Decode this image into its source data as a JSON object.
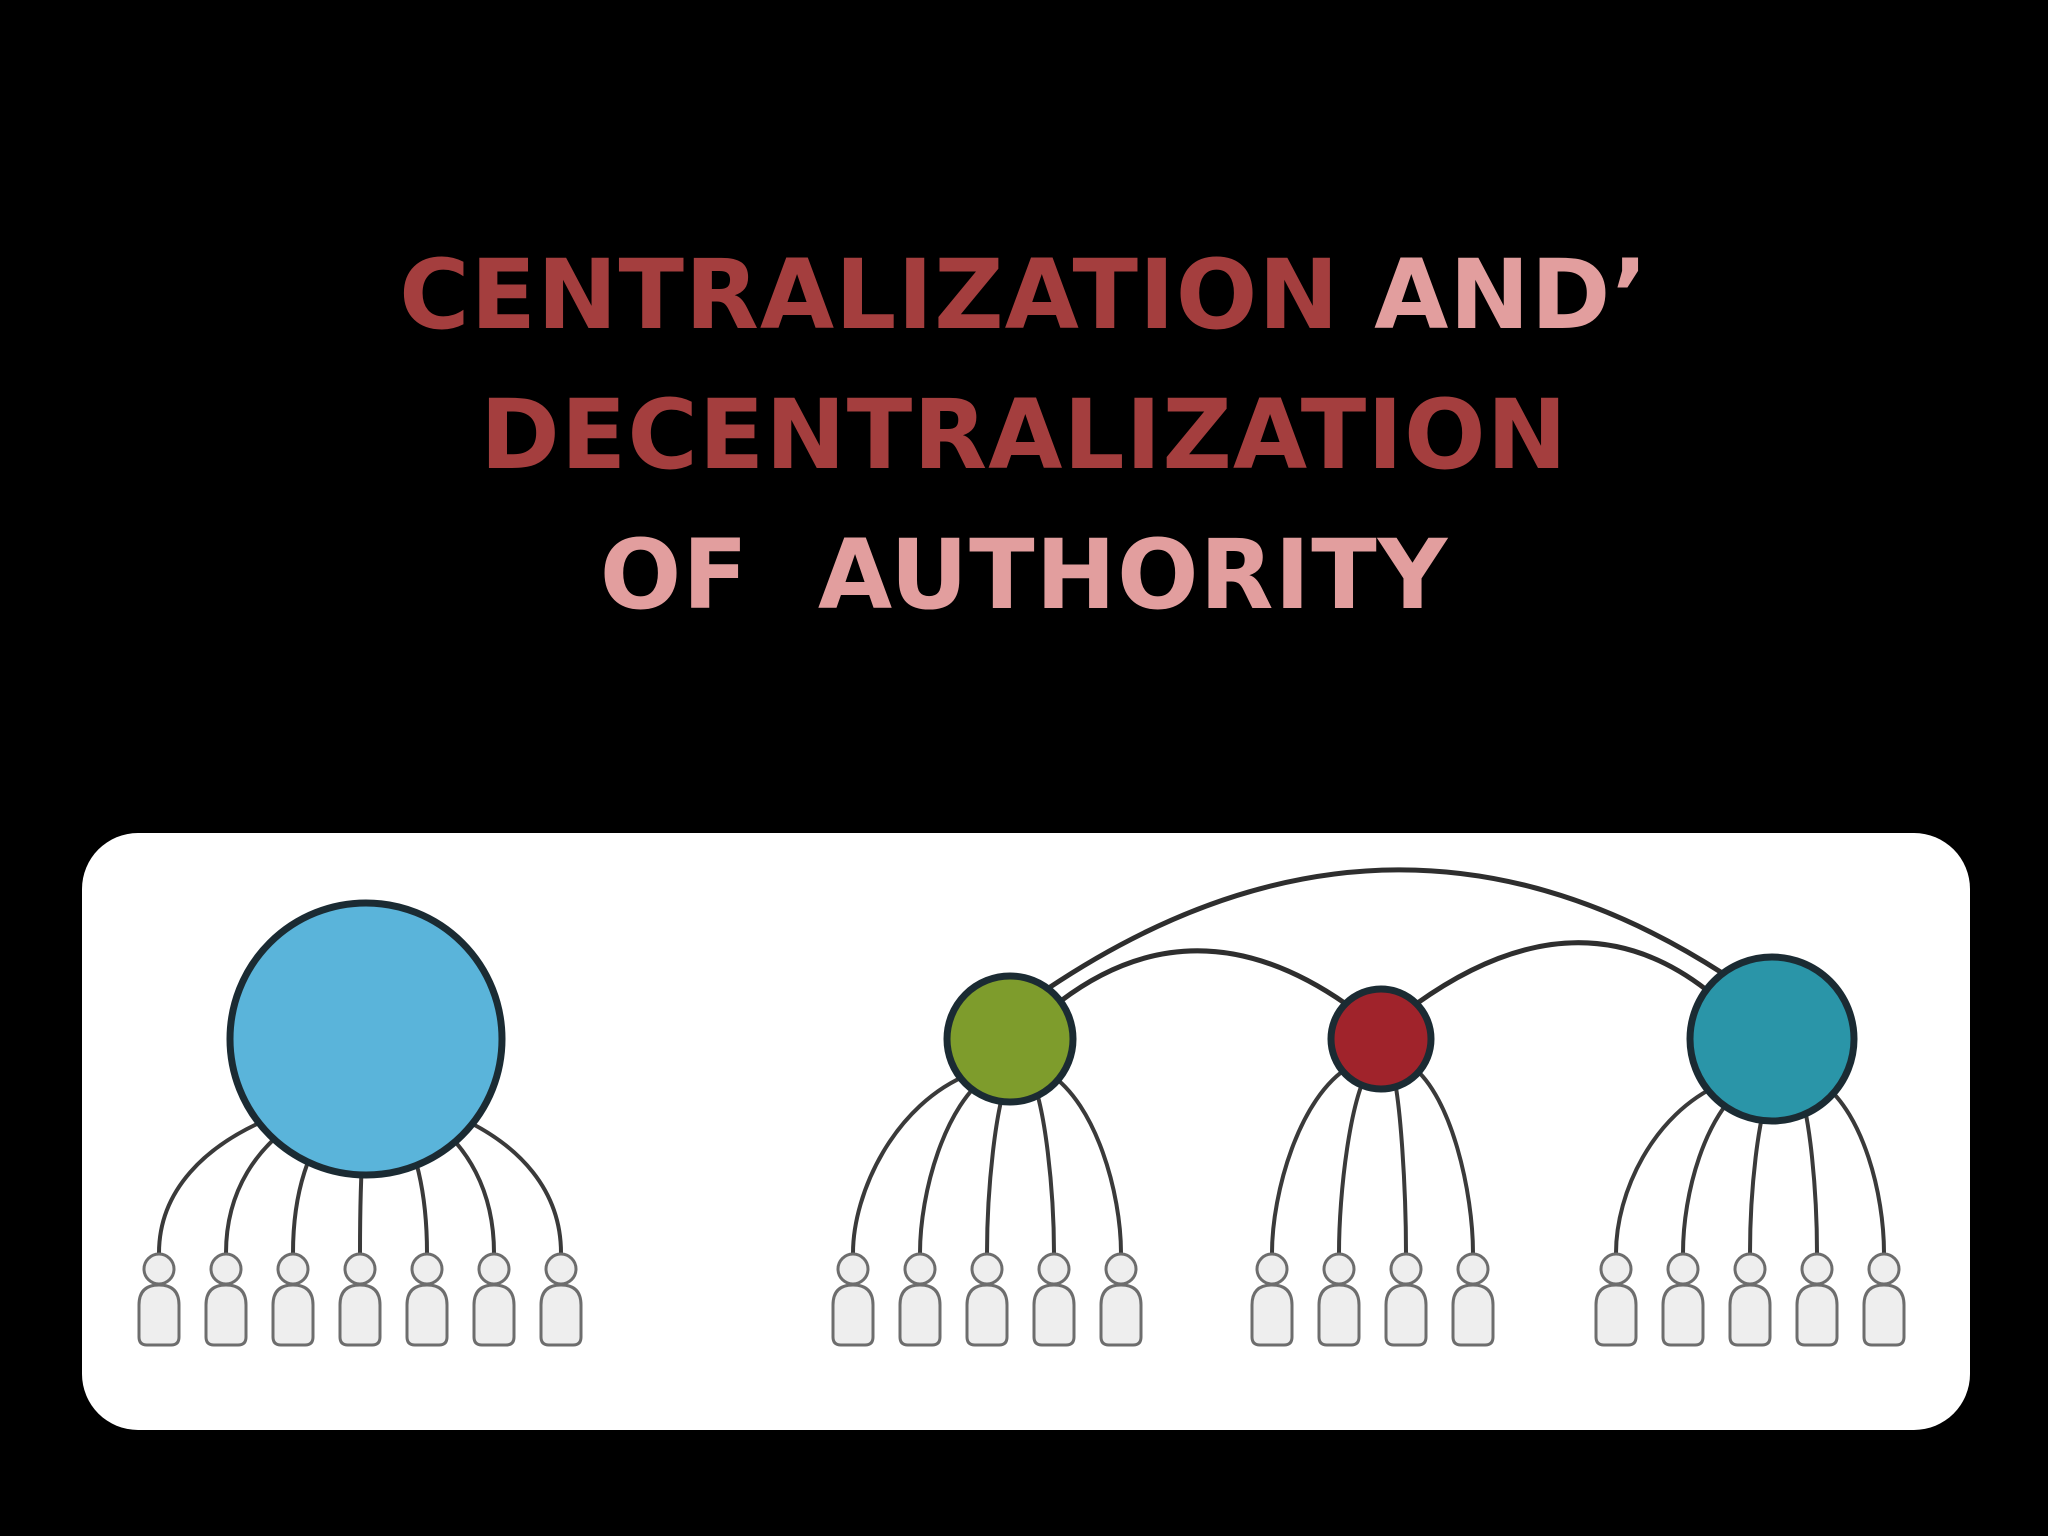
{
  "title": {
    "line1_part1": "CENTRALIZATION",
    "line1_part2": "AND’",
    "line2": "DECENTRALIZATION",
    "line3": "OF  AUTHORITY"
  },
  "colors": {
    "background": "#000000",
    "title_dark": "#a43e3e",
    "title_light": "#e29e9e",
    "panel": "#ffffff",
    "node_outline": "#1b2b33",
    "central_node": "#5ab4da",
    "decentral_node_1": "#7e9c2c",
    "decentral_node_2": "#a0232b",
    "decentral_node_3": "#2a95a8",
    "person_fill": "#eeeeee",
    "person_stroke": "#6d6d6d"
  },
  "diagram": {
    "centralized": {
      "node_color": "central_node",
      "subordinates": 7
    },
    "decentralized": [
      {
        "node_color": "decentral_node_1",
        "subordinates": 5
      },
      {
        "node_color": "decentral_node_2",
        "subordinates": 4
      },
      {
        "node_color": "decentral_node_3",
        "subordinates": 5
      }
    ]
  }
}
